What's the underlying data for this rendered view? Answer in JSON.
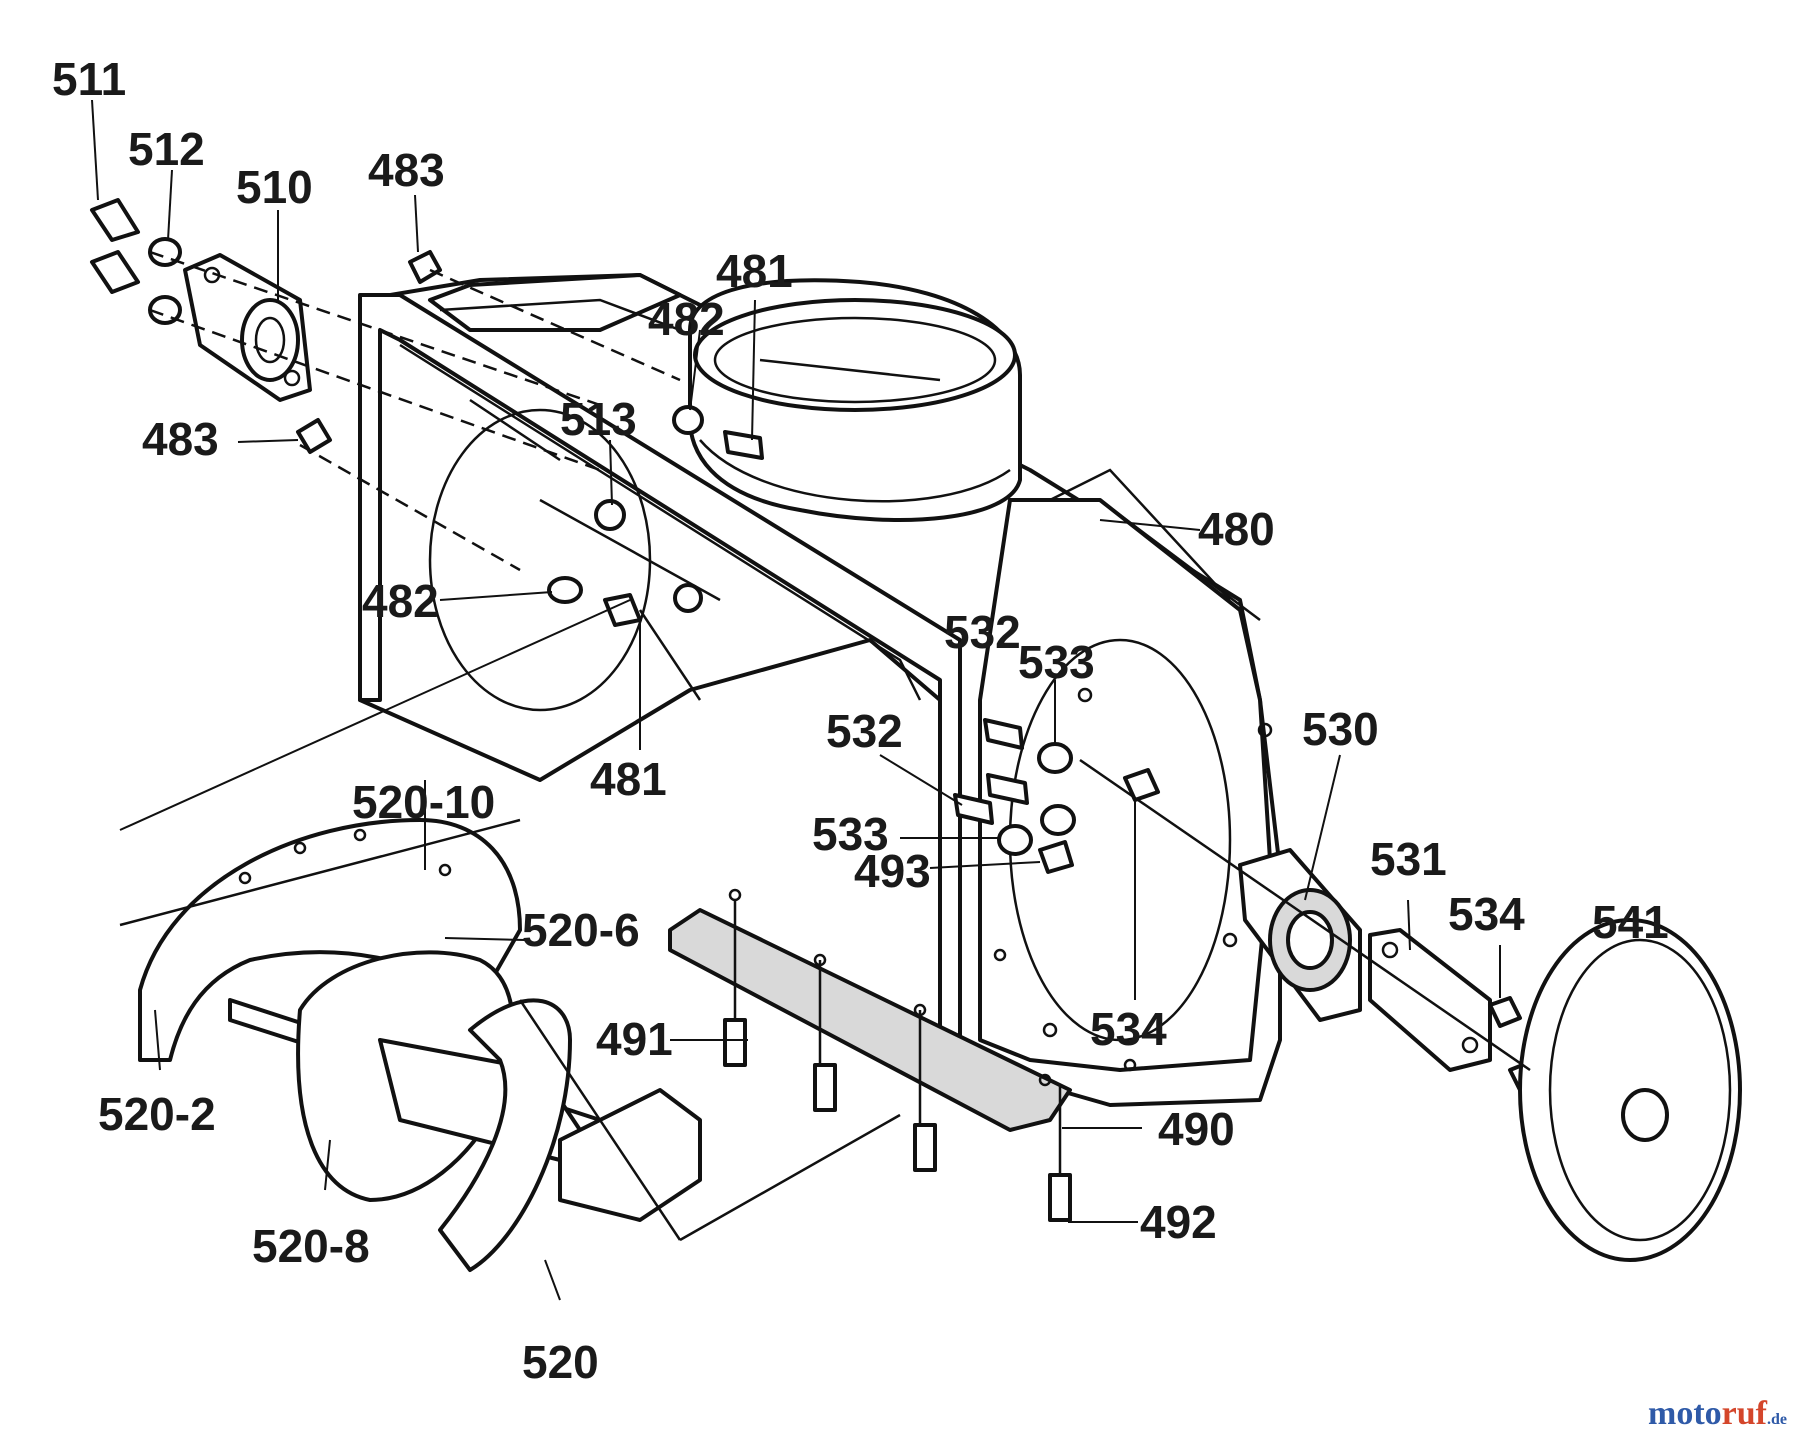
{
  "callouts": [
    {
      "id": "511",
      "text": "511"
    },
    {
      "id": "512",
      "text": "512"
    },
    {
      "id": "510",
      "text": "510"
    },
    {
      "id": "483a",
      "text": "483"
    },
    {
      "id": "483b",
      "text": "483"
    },
    {
      "id": "481a",
      "text": "481"
    },
    {
      "id": "482a",
      "text": "482"
    },
    {
      "id": "513",
      "text": "513"
    },
    {
      "id": "480",
      "text": "480"
    },
    {
      "id": "482b",
      "text": "482"
    },
    {
      "id": "481b",
      "text": "481"
    },
    {
      "id": "532a",
      "text": "532"
    },
    {
      "id": "533a",
      "text": "533"
    },
    {
      "id": "532b",
      "text": "532"
    },
    {
      "id": "530",
      "text": "530"
    },
    {
      "id": "533b",
      "text": "533"
    },
    {
      "id": "493",
      "text": "493"
    },
    {
      "id": "531",
      "text": "531"
    },
    {
      "id": "534a",
      "text": "534"
    },
    {
      "id": "541",
      "text": "541"
    },
    {
      "id": "520-10",
      "text": "520-10"
    },
    {
      "id": "520-6",
      "text": "520-6"
    },
    {
      "id": "491",
      "text": "491"
    },
    {
      "id": "534b",
      "text": "534"
    },
    {
      "id": "520-2",
      "text": "520-2"
    },
    {
      "id": "490",
      "text": "490"
    },
    {
      "id": "492",
      "text": "492"
    },
    {
      "id": "520-8",
      "text": "520-8"
    },
    {
      "id": "520",
      "text": "520"
    }
  ],
  "watermark": {
    "main": "moto",
    "accent": "ruf",
    "suffix": ".de"
  },
  "colors": {
    "ink": "#111111",
    "watermark_blue": "#2f5aa8",
    "watermark_red": "#d4462b"
  }
}
